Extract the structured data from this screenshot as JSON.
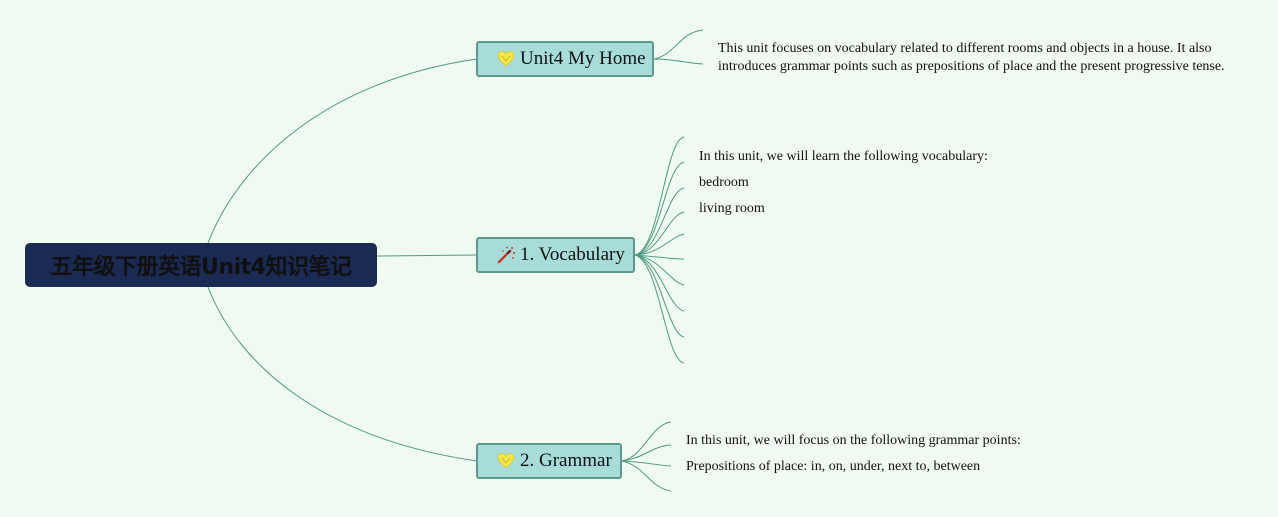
{
  "root": {
    "title": "五年级下册英语Unit4知识笔记"
  },
  "topics": {
    "home": {
      "label": "Unit4 My Home",
      "icon": "heart-icon",
      "summary": "This unit focuses on vocabulary related to different rooms and objects in a house. It also introduces grammar points such as prepositions of place and the present progressive tense."
    },
    "vocabulary": {
      "label": "1. Vocabulary",
      "icon": "magic-wand-icon",
      "items": [
        "In this unit, we will learn the following vocabulary:",
        "bedroom",
        "living room"
      ]
    },
    "grammar": {
      "label": "2. Grammar",
      "icon": "heart-icon",
      "items": [
        "In this unit, we will focus on the following grammar points:",
        "Prepositions of place: in, on, under, next to, between"
      ]
    }
  },
  "colors": {
    "background": "#f1faf0",
    "root_fill": "#1a2a52",
    "topic_fill": "#a8dcd9",
    "topic_border": "#5d9a8e",
    "link": "#4f9a83",
    "heart_icon": "#f5e64a",
    "wand_icon": "#c0392b"
  }
}
